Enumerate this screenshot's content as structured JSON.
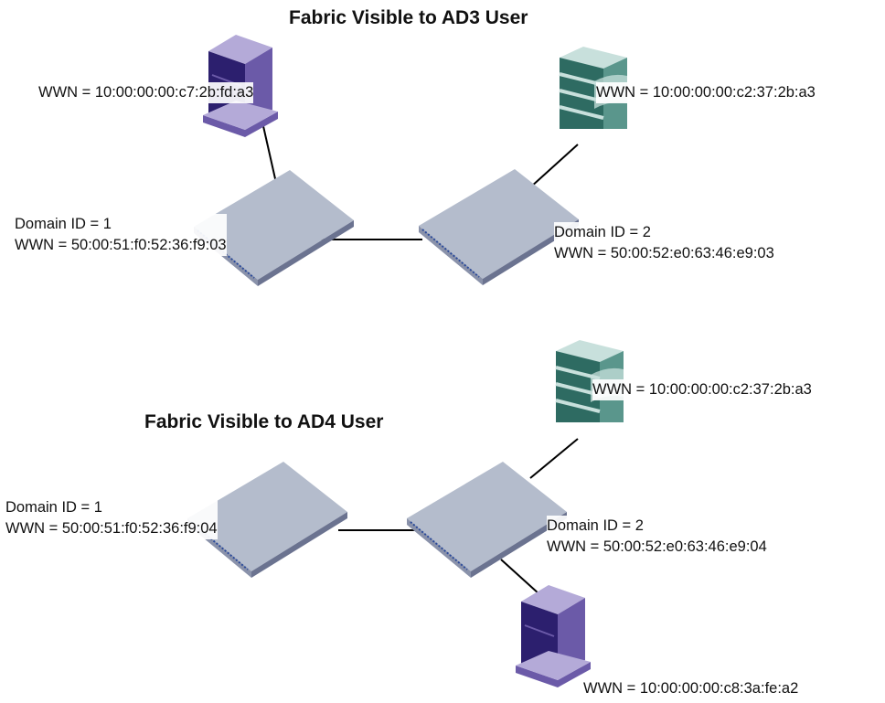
{
  "fabrics": [
    {
      "title": "Fabric Visible to AD3 User",
      "switches": [
        {
          "domain_label": "Domain ID = 1",
          "wwn_label": "WWN = 50:00:51:f0:52:36:f9:03"
        },
        {
          "domain_label": "Domain ID = 2",
          "wwn_label": "WWN = 50:00:52:e0:63:46:e9:03"
        }
      ],
      "devices": [
        {
          "type": "server",
          "wwn_label": "WWN = 10:00:00:00:c7:2b:fd:a3"
        },
        {
          "type": "storage",
          "wwn_label": "WWN = 10:00:00:00:c2:37:2b:a3"
        }
      ]
    },
    {
      "title": "Fabric Visible to AD4 User",
      "switches": [
        {
          "domain_label": "Domain ID = 1",
          "wwn_label": "WWN = 50:00:51:f0:52:36:f9:04"
        },
        {
          "domain_label": "Domain ID = 2",
          "wwn_label": "WWN = 50:00:52:e0:63:46:e9:04"
        }
      ],
      "devices": [
        {
          "type": "storage",
          "wwn_label": "WWN = 10:00:00:00:c2:37:2b:a3"
        },
        {
          "type": "server",
          "wwn_label": "WWN = 10:00:00:00:c8:3a:fe:a2"
        }
      ]
    }
  ],
  "colors": {
    "switch_top": "#b4bccc",
    "switch_side": "#6b7390",
    "switch_ports": "#2a4a9a",
    "server_top": "#b4aad8",
    "server_front": "#2c1f6e",
    "server_side": "#6b5aa8",
    "storage_light": "#c8e0dc",
    "storage_dark": "#2e6b62",
    "link": "#000000"
  }
}
